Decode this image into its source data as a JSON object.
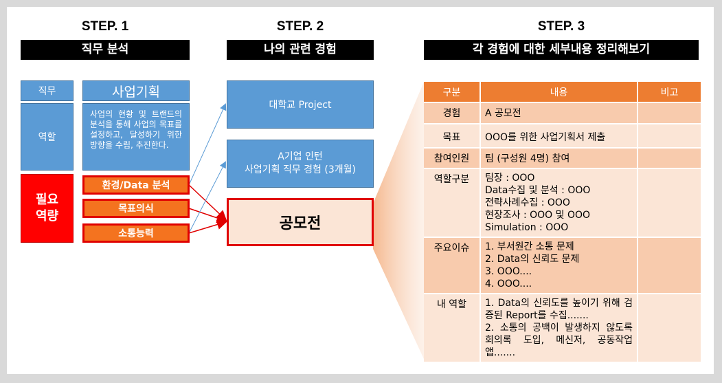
{
  "steps": [
    {
      "label": "STEP. 1",
      "bar": "직무 분석"
    },
    {
      "label": "STEP. 2",
      "bar": "나의 관련 경험"
    },
    {
      "label": "STEP. 3",
      "bar": "각 경험에 대한 세부내용 정리해보기"
    }
  ],
  "step1": {
    "job_label": "직무",
    "job_value": "사업기획",
    "role_label": "역할",
    "role_value": "사업의 현황 및 트랜드의 분석을 통해 사업의 목표를 설정하고, 달성하기 위한 방향을 수립, 추진한다.",
    "required_label": "필요\n역량",
    "competencies": [
      "환경/Data 분석",
      "목표의식",
      "소통능력"
    ]
  },
  "step2": {
    "experiences": [
      "대학교 Project",
      "A기업 인턴\n사업기획 직무 경험 (3개월)"
    ],
    "selected": "공모전"
  },
  "step3": {
    "headers": [
      "구분",
      "내용",
      "비고"
    ],
    "rows": [
      {
        "label": "경험",
        "content": "A 공모전",
        "note": ""
      },
      {
        "label": "목표",
        "content": "OOO를 위한 사업기획서 제출",
        "note": ""
      },
      {
        "label": "참여인원",
        "content": "팀 (구성원 4명) 참여",
        "note": ""
      },
      {
        "label": "역할구분",
        "content": "팀장 : OOO\nData수집 및 분석 : OOO\n전략사례수집 : OOO\n현장조사 : OOO 및 OOO\nSimulation : OOO",
        "note": ""
      },
      {
        "label": "주요이슈",
        "content": "1. 부서원간 소통 문제\n2. Data의 신뢰도 문제\n3. OOO....\n4. OOO....",
        "note": ""
      },
      {
        "label": "내 역할",
        "content": "1. Data의 신뢰도를 높이기 위해 검증된 Report를 수집.......\n2. 소통의 공백이 발생하지 않도록 회의록 도입, 메신저, 공동작업 앱.......",
        "note": ""
      }
    ]
  },
  "colors": {
    "blue": "#5b9bd5",
    "orange": "#ed7d31",
    "red": "#ff0000",
    "peach": "#fbe5d6"
  }
}
